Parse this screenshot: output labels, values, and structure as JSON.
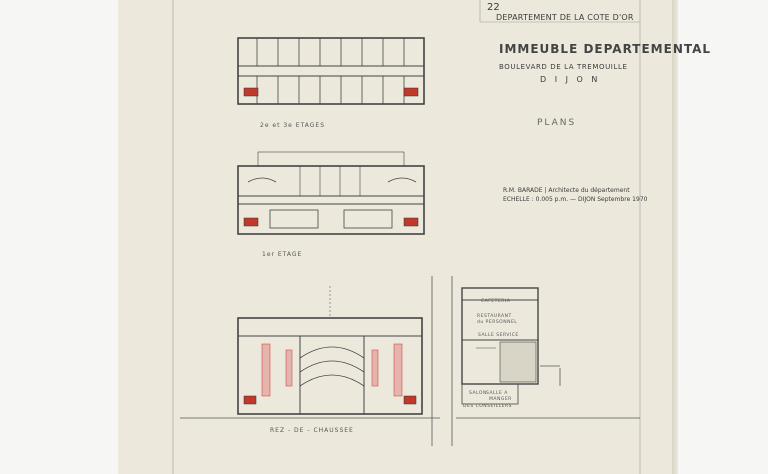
{
  "sheet_number": "22",
  "header": {
    "department": "DEPARTEMENT DE LA COTE D'OR",
    "title": "IMMEUBLE DEPARTEMENTAL",
    "address": "BOULEVARD DE LA TREMOUILLE",
    "city": "D I J O N",
    "subject": "PLANS"
  },
  "credits": {
    "architect": "R.M. BARADE | Architecte du département",
    "scale_date": "ECHELLE : 0.005 p.m. — DIJON Septembre 1970"
  },
  "plan_labels": {
    "upper_floors": "2e et 3e ETAGES",
    "first_floor": "1er ETAGE",
    "ground_floor": "REZ - DE - CHAUSSEE"
  },
  "annex_labels": {
    "cafeteria": "CAFETERIA",
    "restaurant": "RESTAURANT",
    "staff": "du PERSONNEL",
    "service_room": "SALLE SERVICE",
    "salon": "SALON",
    "salle": "SALLE A",
    "manger": "MANGER",
    "conseillers": "DES CONSEILLERS"
  },
  "colors": {
    "paper": "#ece9dc",
    "ink": "#3a3a3a",
    "accent_red": "#c0392b"
  }
}
